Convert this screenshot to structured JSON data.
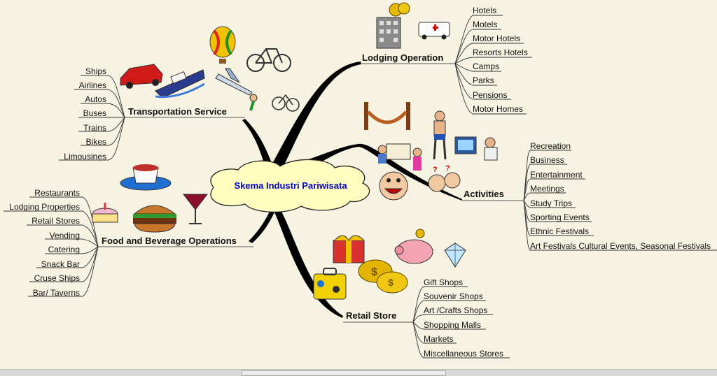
{
  "center": {
    "label": "Skema Industri Pariwisata"
  },
  "branches": {
    "lodging": {
      "title": "Lodging Operation",
      "items": [
        "Hotels",
        "Motels",
        "Motor Hotels",
        "Resorts Hotels",
        "Camps",
        "Parks",
        "Pensions",
        "Motor Homes"
      ]
    },
    "activities": {
      "title": "Activities",
      "items": [
        "Recreation",
        "Business",
        "Entertainment",
        "Meetings",
        "Study Trips",
        "Sporting Events",
        "Ethnic Festivals",
        "Art Festivals Cultural Events, Seasonal Festivals"
      ]
    },
    "retail": {
      "title": "Retail Store",
      "items": [
        "Gift Shops",
        "Souvenir Shops",
        "Art /Crafts Shops",
        "Shopping Malls",
        "Markets",
        "Miscellaneous Stores"
      ]
    },
    "transport": {
      "title": "Transportation Service",
      "items": [
        "Ships",
        "Airlines",
        "Autos",
        "Buses",
        "Trains",
        "Bikes",
        "Limousines"
      ]
    },
    "food": {
      "title": "Food and Beverage Operations",
      "items": [
        "Restaurants",
        "Lodging Properties",
        "Retail Stores",
        "Vending",
        "Catering",
        "Snack Bar",
        "Cruse Ships",
        "Bar/ Taverns"
      ]
    }
  },
  "icons": {
    "lodging": [
      "hotel-building-icon",
      "coins-icon",
      "ambulance-icon"
    ],
    "transport": [
      "hot-air-balloon-icon",
      "bicycle-icon",
      "red-car-icon",
      "cruise-ship-icon",
      "airplane-icon",
      "cyclist-icon"
    ],
    "activities": [
      "hammock-icon",
      "swimmer-icon",
      "computer-user-icon",
      "artist-icon",
      "smiley-face-icon",
      "confused-people-icon"
    ],
    "retail": [
      "gift-box-icon",
      "piggy-bank-icon",
      "diamond-icon",
      "gold-coins-icon",
      "suitcase-icon"
    ],
    "food": [
      "tea-cup-icon",
      "cocktail-glass-icon",
      "cake-icon",
      "burger-icon"
    ]
  }
}
